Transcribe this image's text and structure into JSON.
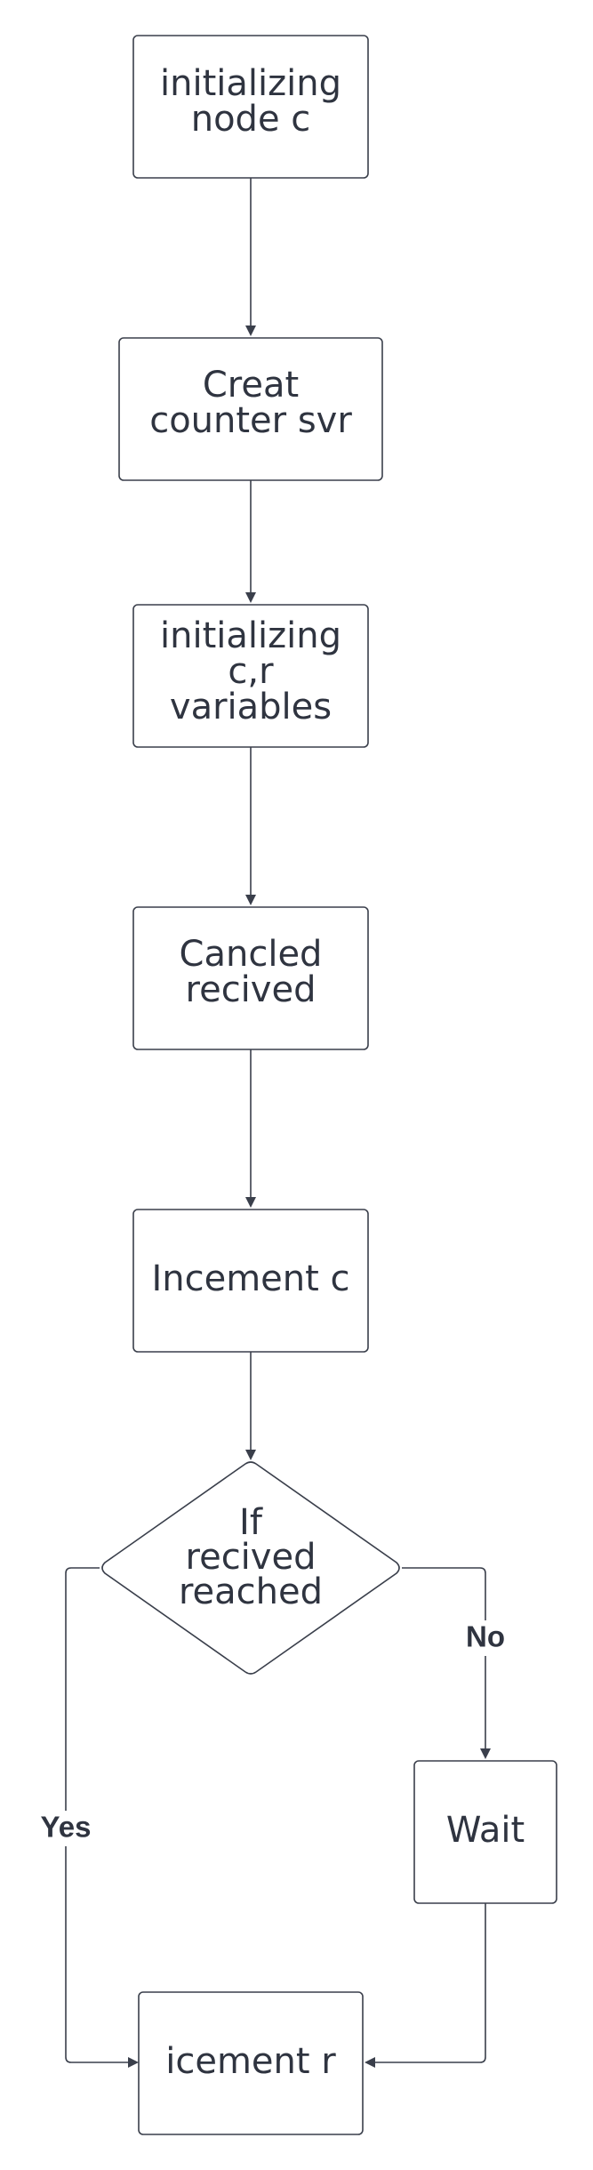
{
  "nodes": {
    "init_node": {
      "lines": [
        "initializing",
        "node c"
      ]
    },
    "create_server": {
      "lines": [
        "Creat",
        "counter svr"
      ]
    },
    "init_vars": {
      "lines": [
        "initializing",
        "c,r",
        "variables"
      ]
    },
    "cancel_received": {
      "lines": [
        "Cancled",
        "recived"
      ]
    },
    "increment_c": {
      "lines": [
        "Incement c"
      ]
    },
    "decision": {
      "lines": [
        "If",
        "recived",
        "reached"
      ]
    },
    "wait": {
      "lines": [
        "Wait"
      ]
    },
    "increment_r": {
      "lines": [
        "icement r"
      ]
    }
  },
  "edges": {
    "no_label": "No",
    "yes_label": "Yes"
  },
  "colors": {
    "stroke": "#3a3f4b",
    "text": "#2f3440"
  }
}
